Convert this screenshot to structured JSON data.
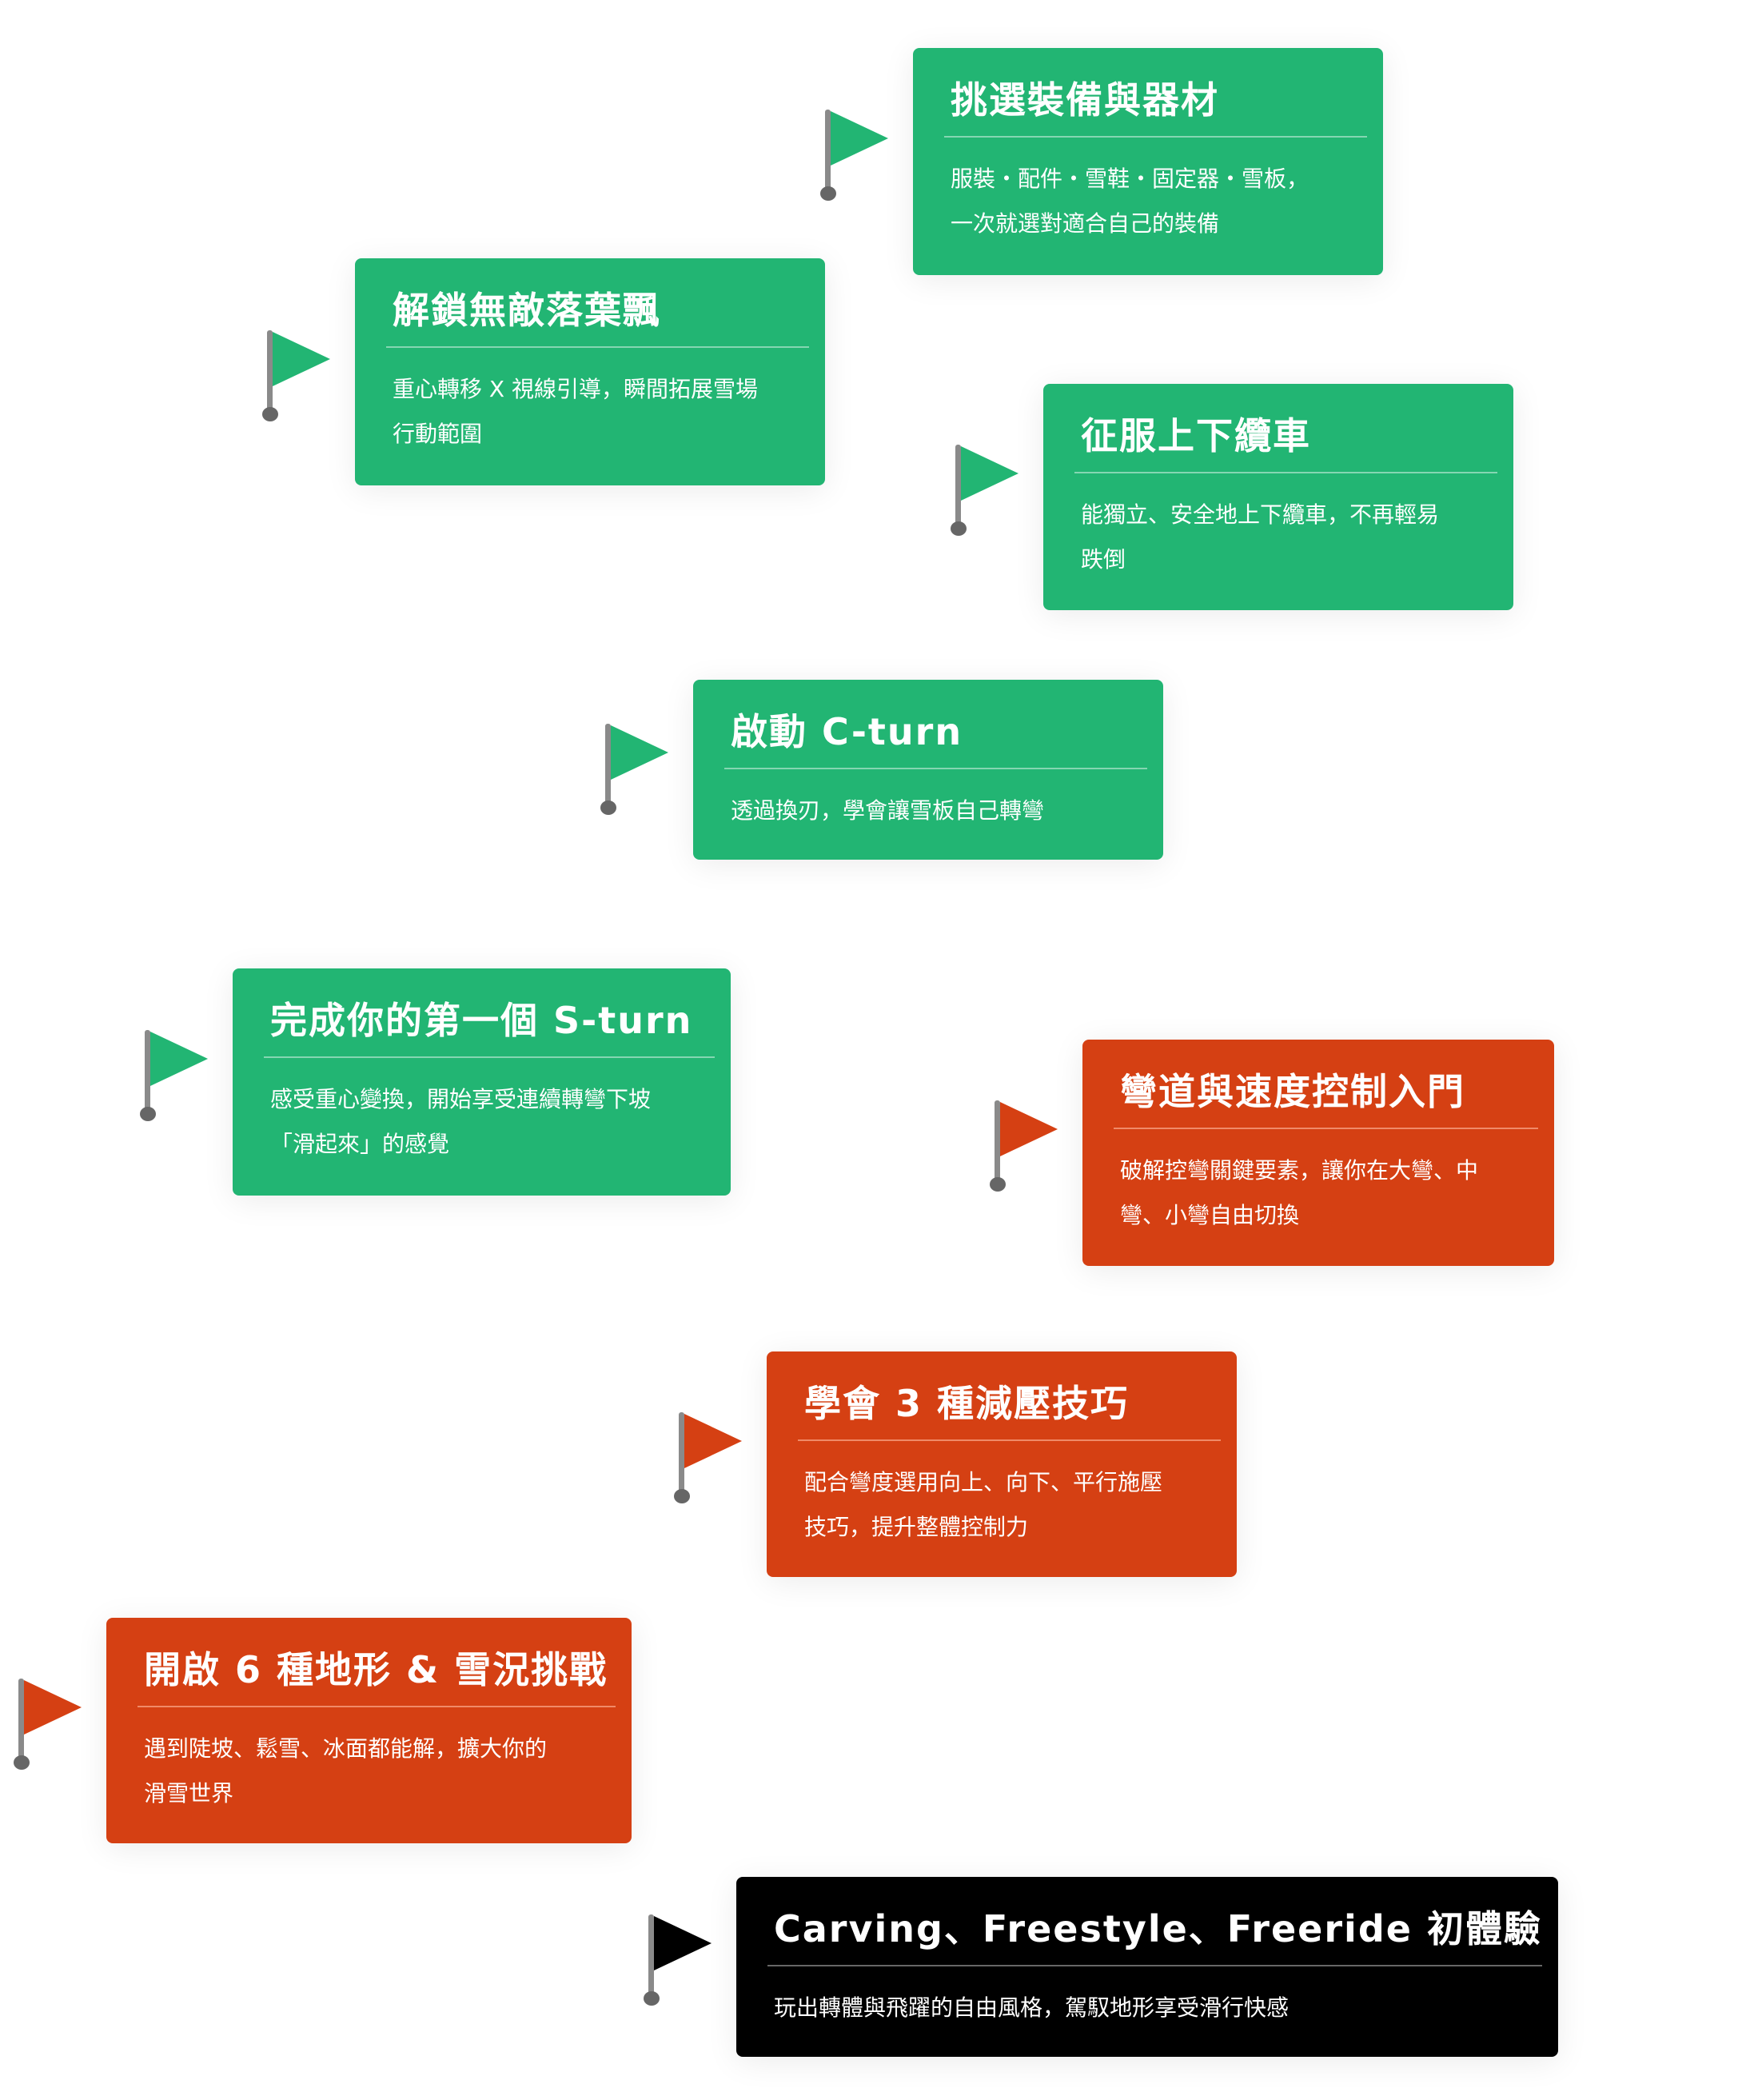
{
  "colors": {
    "green": "#22b573",
    "orange": "#d54013",
    "black": "#000000"
  },
  "milestones": [
    {
      "title": "挑選裝備與器材",
      "lines": [
        "服裝・配件・雪鞋・固定器・雪板，",
        "一次就選對適合自己的裝備"
      ],
      "color": "green"
    },
    {
      "title": "解鎖無敵落葉飄",
      "lines": [
        "重心轉移 X 視線引導，瞬間拓展雪場",
        "行動範圍"
      ],
      "color": "green"
    },
    {
      "title": "征服上下纜車",
      "lines": [
        "能獨立、安全地上下纜車，不再輕易",
        "跌倒"
      ],
      "color": "green"
    },
    {
      "title": "啟動 C-turn",
      "lines": [
        "透過換刃，學會讓雪板自己轉彎"
      ],
      "color": "green"
    },
    {
      "title": "完成你的第一個 S-turn",
      "lines": [
        "感受重心變換，開始享受連續轉彎下坡",
        "「滑起來」的感覺"
      ],
      "color": "green"
    },
    {
      "title": "彎道與速度控制入門",
      "lines": [
        "破解控彎關鍵要素，讓你在大彎、中",
        "彎、小彎自由切換"
      ],
      "color": "orange"
    },
    {
      "title": "學會 3 種減壓技巧",
      "lines": [
        "配合彎度選用向上、向下、平行施壓",
        "技巧，提升整體控制力"
      ],
      "color": "orange"
    },
    {
      "title": "開啟 6 種地形 & 雪況挑戰",
      "lines": [
        "遇到陡坡、鬆雪、冰面都能解，擴大你的",
        "滑雪世界"
      ],
      "color": "orange"
    },
    {
      "title": "Carving、Freestyle、Freeride 初體驗",
      "lines": [
        "玩出轉體與飛躍的自由風格，駕馭地形享受滑行快感"
      ],
      "color": "black"
    }
  ]
}
